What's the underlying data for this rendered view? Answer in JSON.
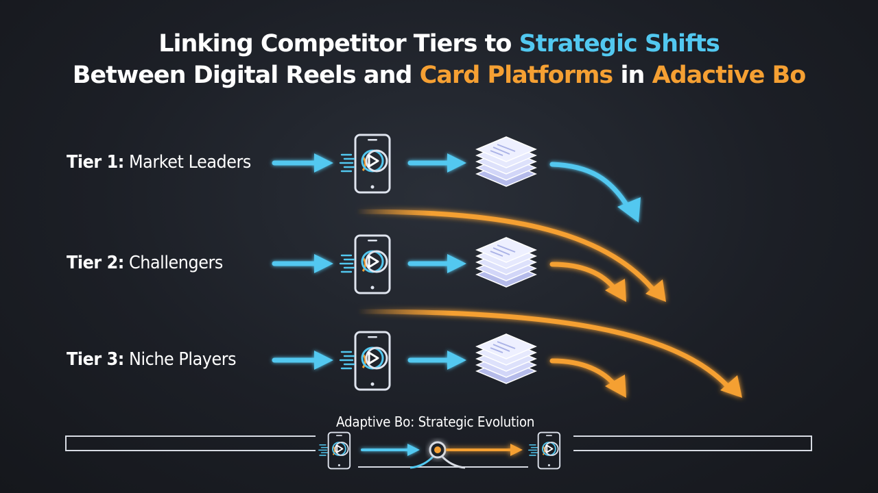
{
  "title": {
    "line1_prefix": "Linking Competitor Tiers to ",
    "line1_highlight": "Strategic Shifts",
    "line2_prefix": "Between Digital Reels and ",
    "line2_highlight1": "Card Platforms",
    "line2_middle": " in ",
    "line2_highlight2": "Adactive Bo"
  },
  "tiers": [
    {
      "prefix": "Tier 1:",
      "name": "Market Leaders"
    },
    {
      "prefix": "Tier 2:",
      "name": "Challengers"
    },
    {
      "prefix": "Tier 3:",
      "name": "Niche Players"
    }
  ],
  "footer": {
    "title": "Adaptive Bo: Strategic Evolution"
  },
  "icons": {
    "mobile": "smartphone-play-icon",
    "stack": "card-stack-icon",
    "node": "pivot-node-icon"
  },
  "colors": {
    "blue": "#52c8f0",
    "orange": "#f5a033",
    "stack_face": "#eef0ff",
    "stack_edge": "#b5bbea",
    "line": "#d8dce4"
  }
}
